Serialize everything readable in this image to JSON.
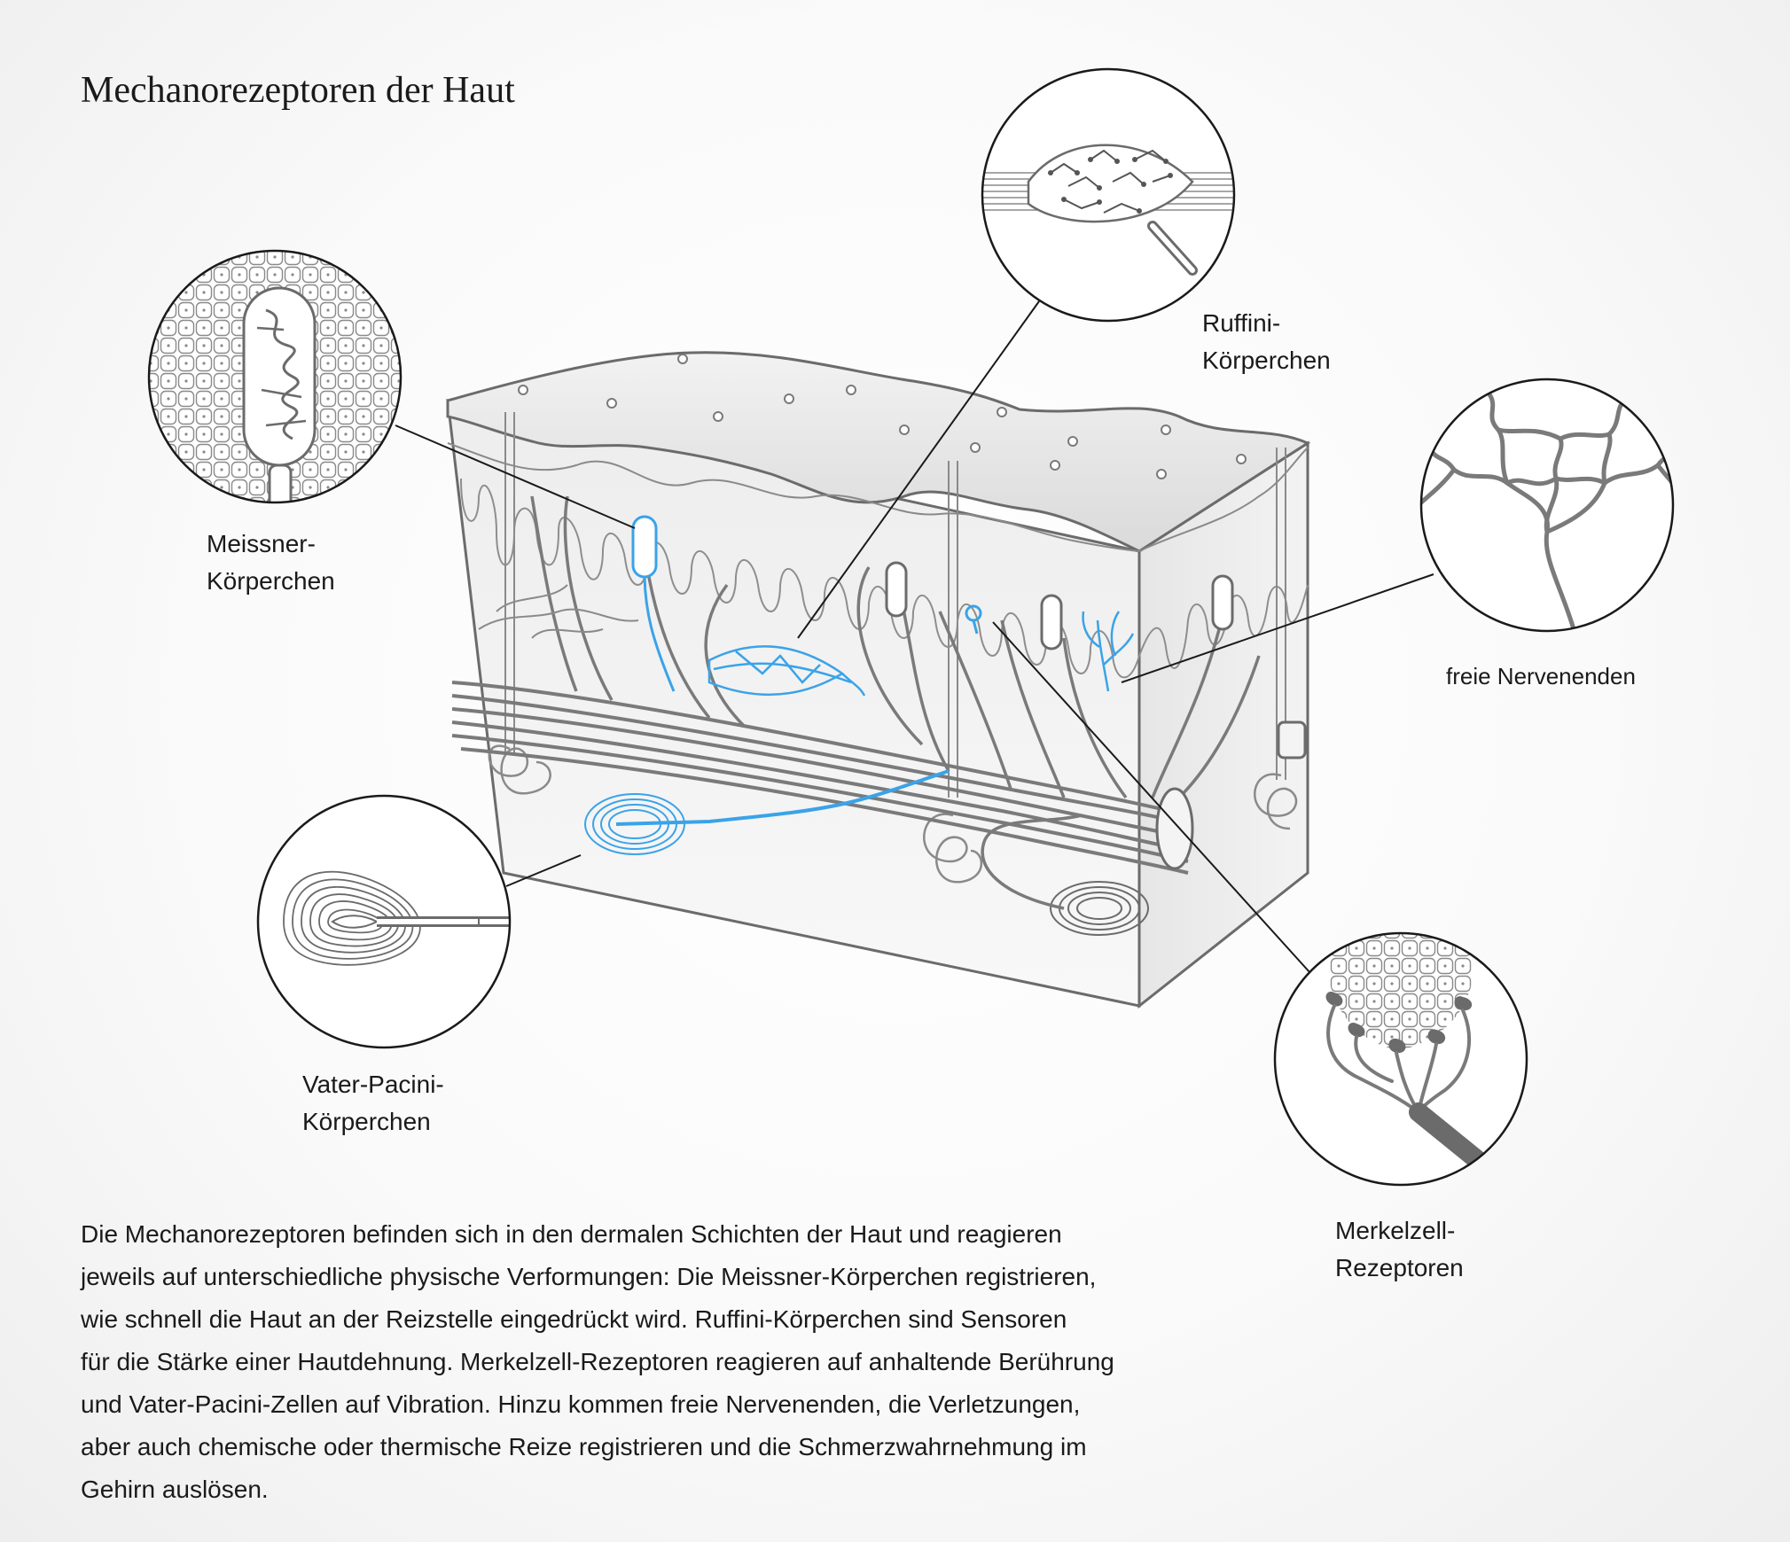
{
  "title": "Mechanorezeptoren der Haut",
  "labels": {
    "meissner": [
      "Meissner-",
      "Körperchen"
    ],
    "ruffini": [
      "Ruffini-",
      "Körperchen"
    ],
    "freie": [
      "freie Nervenenden"
    ],
    "pacini": [
      "Vater-Pacini-",
      "Körperchen"
    ],
    "merkel": [
      "Merkelzell-",
      "Rezeptoren"
    ]
  },
  "description": [
    "Die Mechanorezeptoren befinden sich in den dermalen Schichten der Haut und reagieren",
    "jeweils auf unterschiedliche physische Verformungen: Die Meissner-Körperchen registrieren,",
    "wie schnell die Haut an der Reizstelle eingedrückt wird. Ruffini-Körperchen sind Sensoren",
    "für die Stärke einer Hautdehnung. Merkelzell-Rezeptoren reagieren auf anhaltende Berührung",
    "und Vater-Pacini-Zellen auf Vibration. Hinzu kommen freie Nervenenden, die Verletzungen,",
    "aber auch chemische oder thermische Reize registrieren und die Schmerzwahrnehmung im",
    "Gehirn auslösen."
  ],
  "colors": {
    "outline": "#6b6b6b",
    "nerve": "#7a7a7a",
    "accent": "#3aa3e8",
    "pointer": "#1a1a1a"
  }
}
